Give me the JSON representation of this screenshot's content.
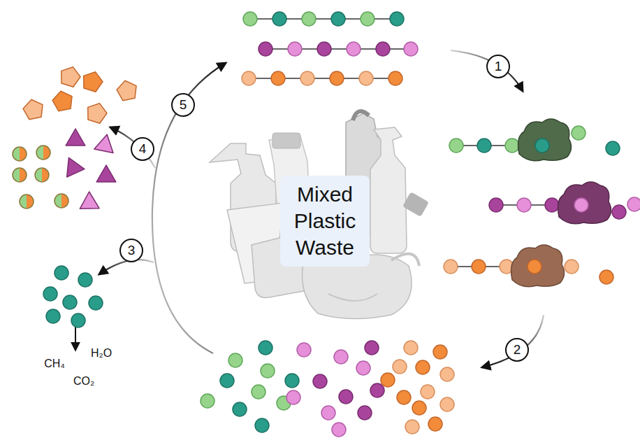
{
  "diagram": {
    "nodes": [
      {
        "text": [
          "Mixed Plastic Waste"
        ]
      }
    ],
    "labels": [
      "1",
      "2",
      "3",
      "4",
      "5",
      "CH₄",
      "H₂O",
      "CO₂"
    ]
  }
}
